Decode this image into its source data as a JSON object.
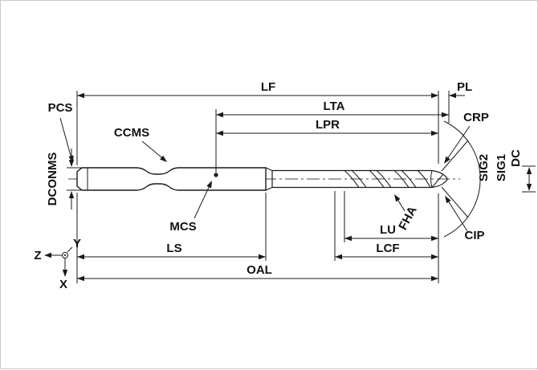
{
  "labels": {
    "lf": "LF",
    "pl": "PL",
    "lta": "LTA",
    "lpr": "LPR",
    "pcs": "PCS",
    "ccms": "CCMS",
    "mcs": "MCS",
    "dconms": "DCONMS",
    "crp": "CRP",
    "dc": "DC",
    "sig1": "SIG1",
    "sig2": "SIG2",
    "cip": "CIP",
    "fha": "FHA",
    "lu": "LU",
    "lcf": "LCF",
    "ls": "LS",
    "oal": "OAL",
    "axes": {
      "x": "X",
      "y": "Y",
      "z": "Z"
    }
  },
  "colors": {
    "line": "#1a1a1a",
    "background": "#ffffff"
  }
}
